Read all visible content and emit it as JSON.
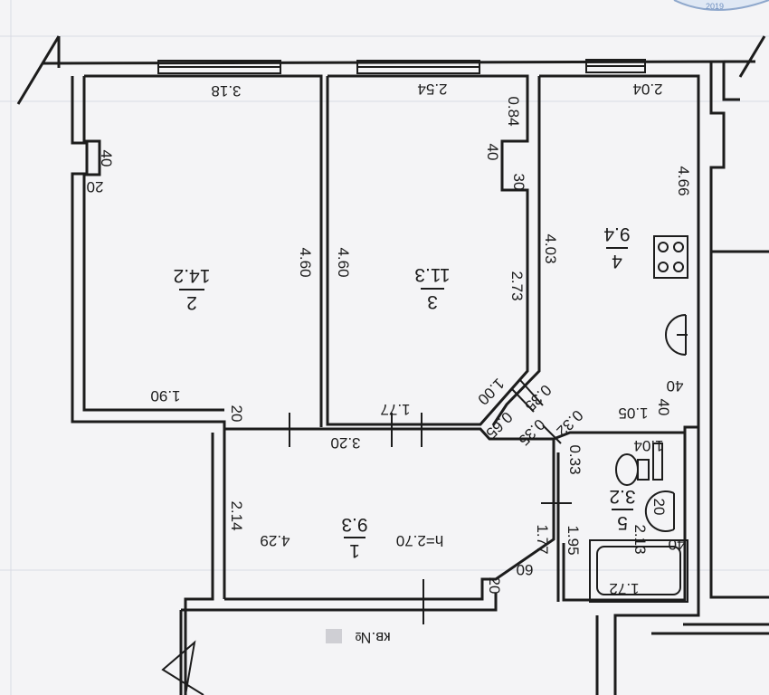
{
  "rooms": [
    {
      "id": "1",
      "area": "9.3",
      "extra_dims": [
        "4.29",
        "h=2.70"
      ]
    },
    {
      "id": "2",
      "area": "14.2"
    },
    {
      "id": "3",
      "area": "11.3"
    },
    {
      "id": "4",
      "area": "9.4"
    },
    {
      "id": "5",
      "area": "3.2"
    }
  ],
  "dims": {
    "r2_top": "3.18",
    "r2_right": "4.60",
    "r2_bottom": "1.90",
    "r2_niche_40": "40",
    "r2_niche_20": "20",
    "r2_bot_20": "20",
    "r3_top": "2.54",
    "r3_left": "4.60",
    "r3_niche_084": "0.84",
    "r3_niche_40": "40",
    "r3_niche_30": "30",
    "r3_right": "2.73",
    "r3_bottom": "1.77",
    "r3_diag": "1.00",
    "r4_top": "2.04",
    "r4_right": "4.66",
    "r4_left": "4.03",
    "r4_40": "40",
    "r4_105": "1.05",
    "r4_40b": "40",
    "small_035": "0.35",
    "small_065": "0.65",
    "small_035b": "0.35",
    "small_032": "0.32",
    "small_033": "0.33",
    "hall_top": "3.20",
    "hall_left": "2.14",
    "hall_right": "1.77",
    "hall_60": "60",
    "hall_20": "20",
    "bath_104": "1.04",
    "bath_20": "20",
    "bath_195": "1.95",
    "bath_213": "2.13",
    "bath_40": "40",
    "bath_172": "1.72"
  },
  "footer_label": "кв.№",
  "stamp_text": "2019"
}
